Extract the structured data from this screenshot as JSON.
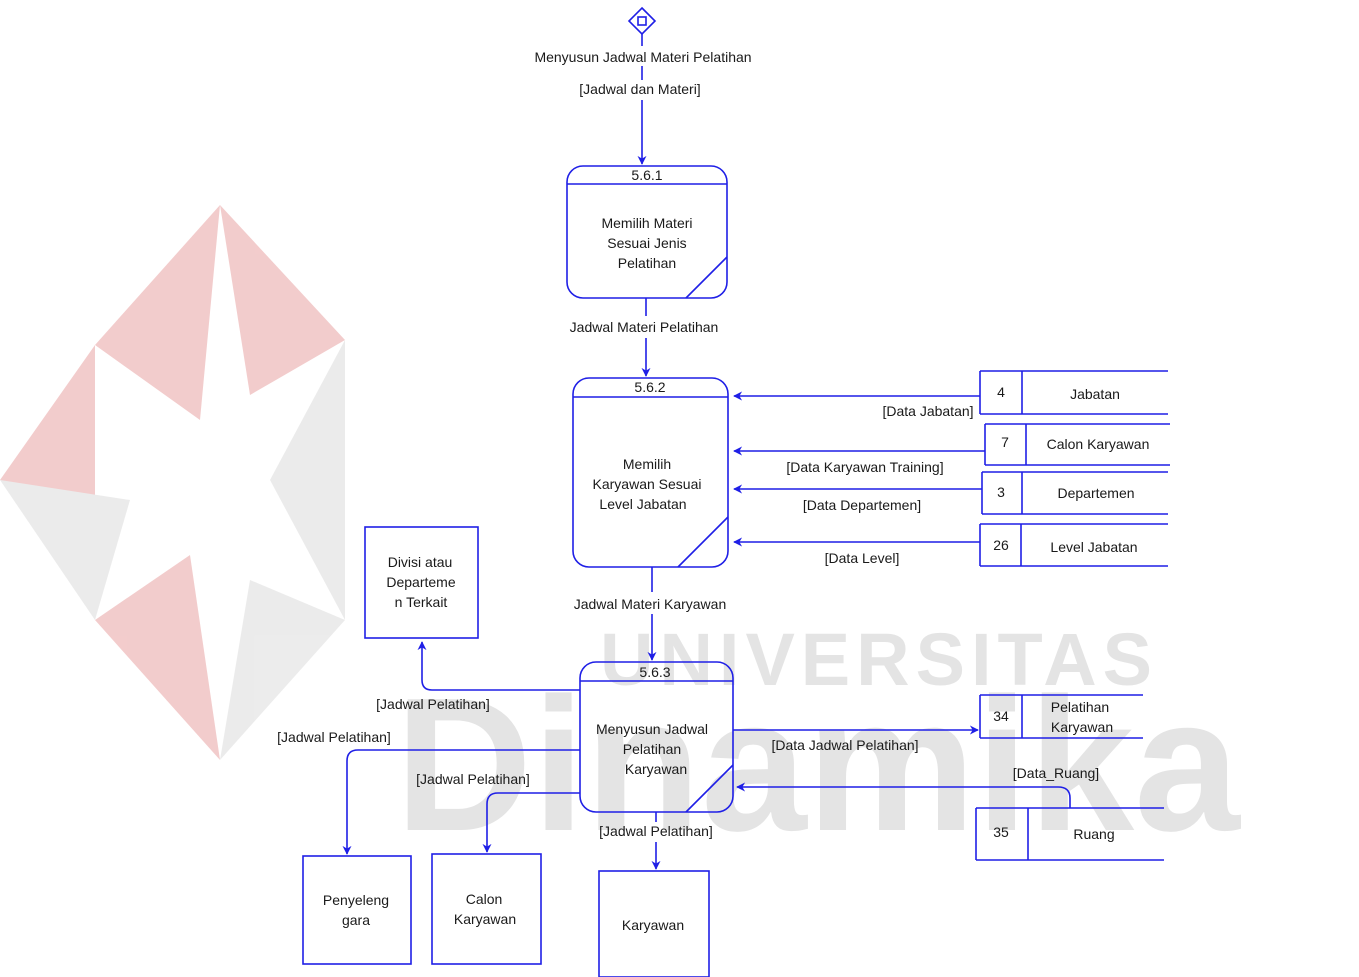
{
  "watermark": {
    "line1": "UNIVERSITAS",
    "line2": "Dinamika"
  },
  "top_flow": {
    "name": "Menyusun Jadwal Materi Pelatihan",
    "data_label": "[Jadwal dan Materi]"
  },
  "processes": {
    "p561": {
      "number": "5.6.1",
      "line1": "Memilih Materi",
      "line2": "Sesuai Jenis",
      "line3": "Pelatihan"
    },
    "p562": {
      "number": "5.6.2",
      "line1": "Memilih",
      "line2": "Karyawan Sesuai",
      "line3": "Level Jabatan"
    },
    "p563": {
      "number": "5.6.3",
      "line1": "Menyusun Jadwal",
      "line2": "Pelatihan",
      "line3": "Karyawan"
    }
  },
  "datastores": {
    "jabatan": {
      "id": "4",
      "name": "Jabatan"
    },
    "calon_karyawan": {
      "id": "7",
      "name": "Calon Karyawan"
    },
    "departemen": {
      "id": "3",
      "name": "Departemen"
    },
    "level_jabatan": {
      "id": "26",
      "name": "Level Jabatan"
    },
    "pelatihan_karyawan": {
      "id": "34",
      "name_line1": "Pelatihan",
      "name_line2": "Karyawan"
    },
    "ruang": {
      "id": "35",
      "name": "Ruang"
    }
  },
  "entities": {
    "divisi": {
      "line1": "Divisi atau",
      "line2": "Departeme",
      "line3": "n Terkait"
    },
    "penyelenggara": {
      "line1": "Penyeleng",
      "line2": "gara"
    },
    "calon_karyawan": {
      "line1": "Calon",
      "line2": "Karyawan"
    },
    "karyawan": {
      "line1": "Karyawan"
    }
  },
  "flows": {
    "jadwal_materi_pelatihan": "Jadwal Materi Pelatihan",
    "data_jabatan": "[Data Jabatan]",
    "data_karyawan_training": "[Data Karyawan Training]",
    "data_departemen": "[Data Departemen]",
    "data_level": "[Data Level]",
    "jadwal_materi_karyawan": "Jadwal Materi Karyawan",
    "jadwal_pelatihan_divisi": "[Jadwal Pelatihan]",
    "jadwal_pelatihan_penyelenggara": "[Jadwal Pelatihan]",
    "jadwal_pelatihan_calon": "[Jadwal Pelatihan]",
    "jadwal_pelatihan_karyawan": "[Jadwal Pelatihan]",
    "data_jadwal_pelatihan": "[Data Jadwal Pelatihan]",
    "data_ruang": "[Data_Ruang]"
  },
  "colors": {
    "line": "#1f1fe6",
    "watermark_red": "#e9a3a3",
    "watermark_gray": "#e4e4e4"
  }
}
